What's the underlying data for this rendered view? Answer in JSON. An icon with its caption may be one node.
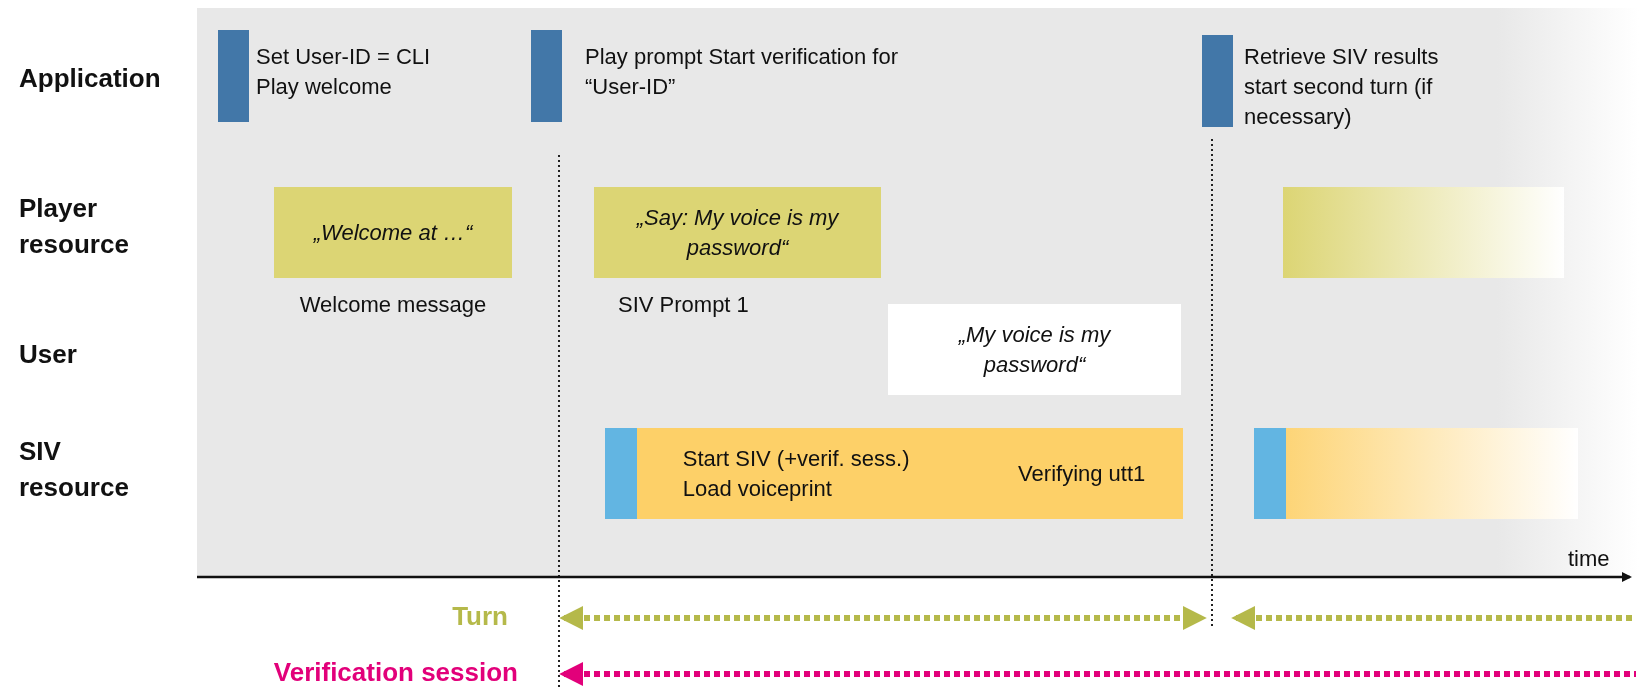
{
  "diagram": {
    "nodes": [
      {
        "text": [],
        "shape": "bar",
        "beside": [
          "Set User-ID = CLI Play welcome"
        ]
      },
      {
        "text": [],
        "shape": "bar",
        "beside": [
          "Play prompt Start verification for “User-ID”"
        ]
      },
      {
        "text": [],
        "shape": "bar",
        "beside": [
          "Retrieve SIV results start second turn (if necessary)"
        ]
      },
      {
        "text": [
          "„Welcome at …“"
        ],
        "beside": [
          "Welcome message"
        ]
      },
      {
        "text": [
          "„Say: My voice is my password“"
        ],
        "beside": [
          "SIV Prompt 1"
        ]
      },
      {
        "text": [],
        "shape": "bar"
      },
      {
        "text": [
          "„My voice is my password“"
        ]
      },
      {
        "text": [
          "Start SIV (+verif. sess.) Load voiceprint",
          "Verifying utt1"
        ]
      },
      {
        "text": [],
        "shape": "bar"
      }
    ],
    "labels": [
      "Application",
      "Player resource",
      "User",
      "SIV resource",
      "time",
      "Turn",
      "Verification session"
    ]
  }
}
